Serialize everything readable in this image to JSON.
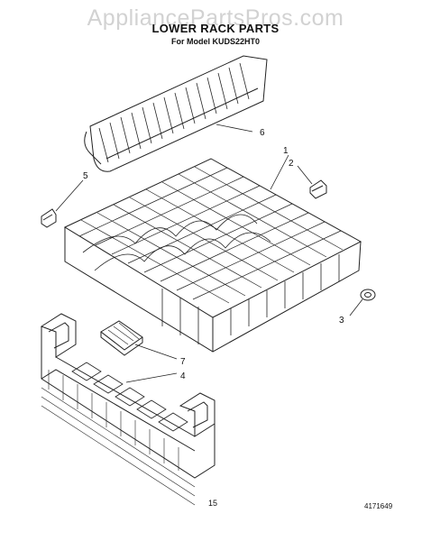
{
  "watermark": "AppliancePartsPros.com",
  "title": "LOWER RACK PARTS",
  "subtitle": "For Model KUDS22HT0",
  "callouts": [
    "1",
    "2",
    "3",
    "4",
    "5",
    "6",
    "7"
  ],
  "page_number": "15",
  "doc_number": "4171649"
}
